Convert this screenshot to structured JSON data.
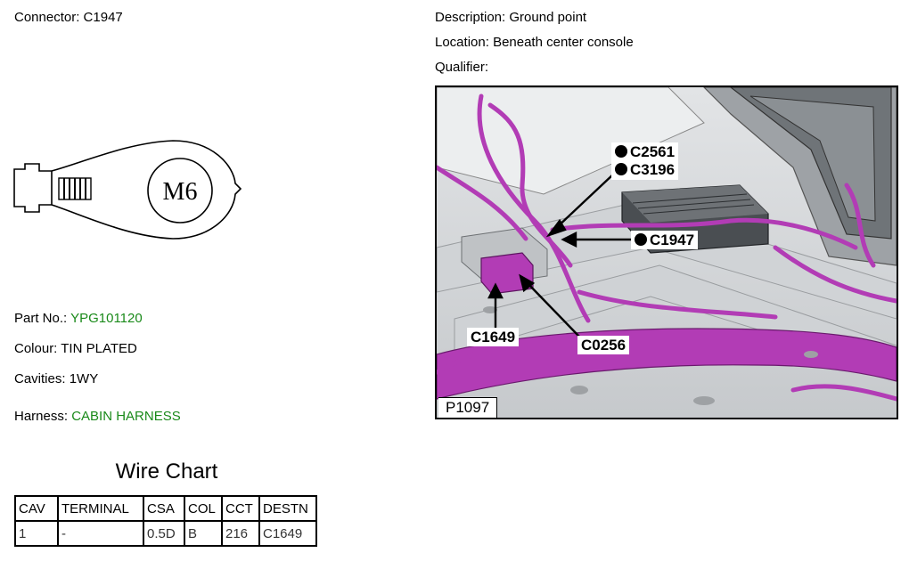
{
  "connector": {
    "label": "Connector:",
    "value": "C1947"
  },
  "terminal_drawing": {
    "stud_label": "M6"
  },
  "part_no": {
    "label": "Part No.:",
    "value": "YPG101120"
  },
  "colour": {
    "label": "Colour:",
    "value": "TIN PLATED"
  },
  "cavities": {
    "label": "Cavities:",
    "value": "1WY"
  },
  "harness": {
    "label": "Harness:",
    "value": "CABIN HARNESS"
  },
  "description": {
    "label": "Description:",
    "value": "Ground point"
  },
  "location": {
    "label": "Location:",
    "value": "Beneath center console"
  },
  "qualifier": {
    "label": "Qualifier:",
    "value": ""
  },
  "photo": {
    "reference": "P1097",
    "callouts": {
      "c2561": "C2561",
      "c3196": "C3196",
      "c1947": "C1947",
      "c1649": "C1649",
      "c0256": "C0256"
    }
  },
  "wire_chart": {
    "title": "Wire Chart",
    "headers": [
      "CAV",
      "TERMINAL",
      "CSA",
      "COL",
      "CCT",
      "DESTN"
    ],
    "rows": [
      [
        "1",
        "-",
        "0.5D",
        "B",
        "216",
        "C1649"
      ]
    ]
  },
  "colors": {
    "harness": "#b23cb5",
    "link_green": "#1a8a1a"
  }
}
